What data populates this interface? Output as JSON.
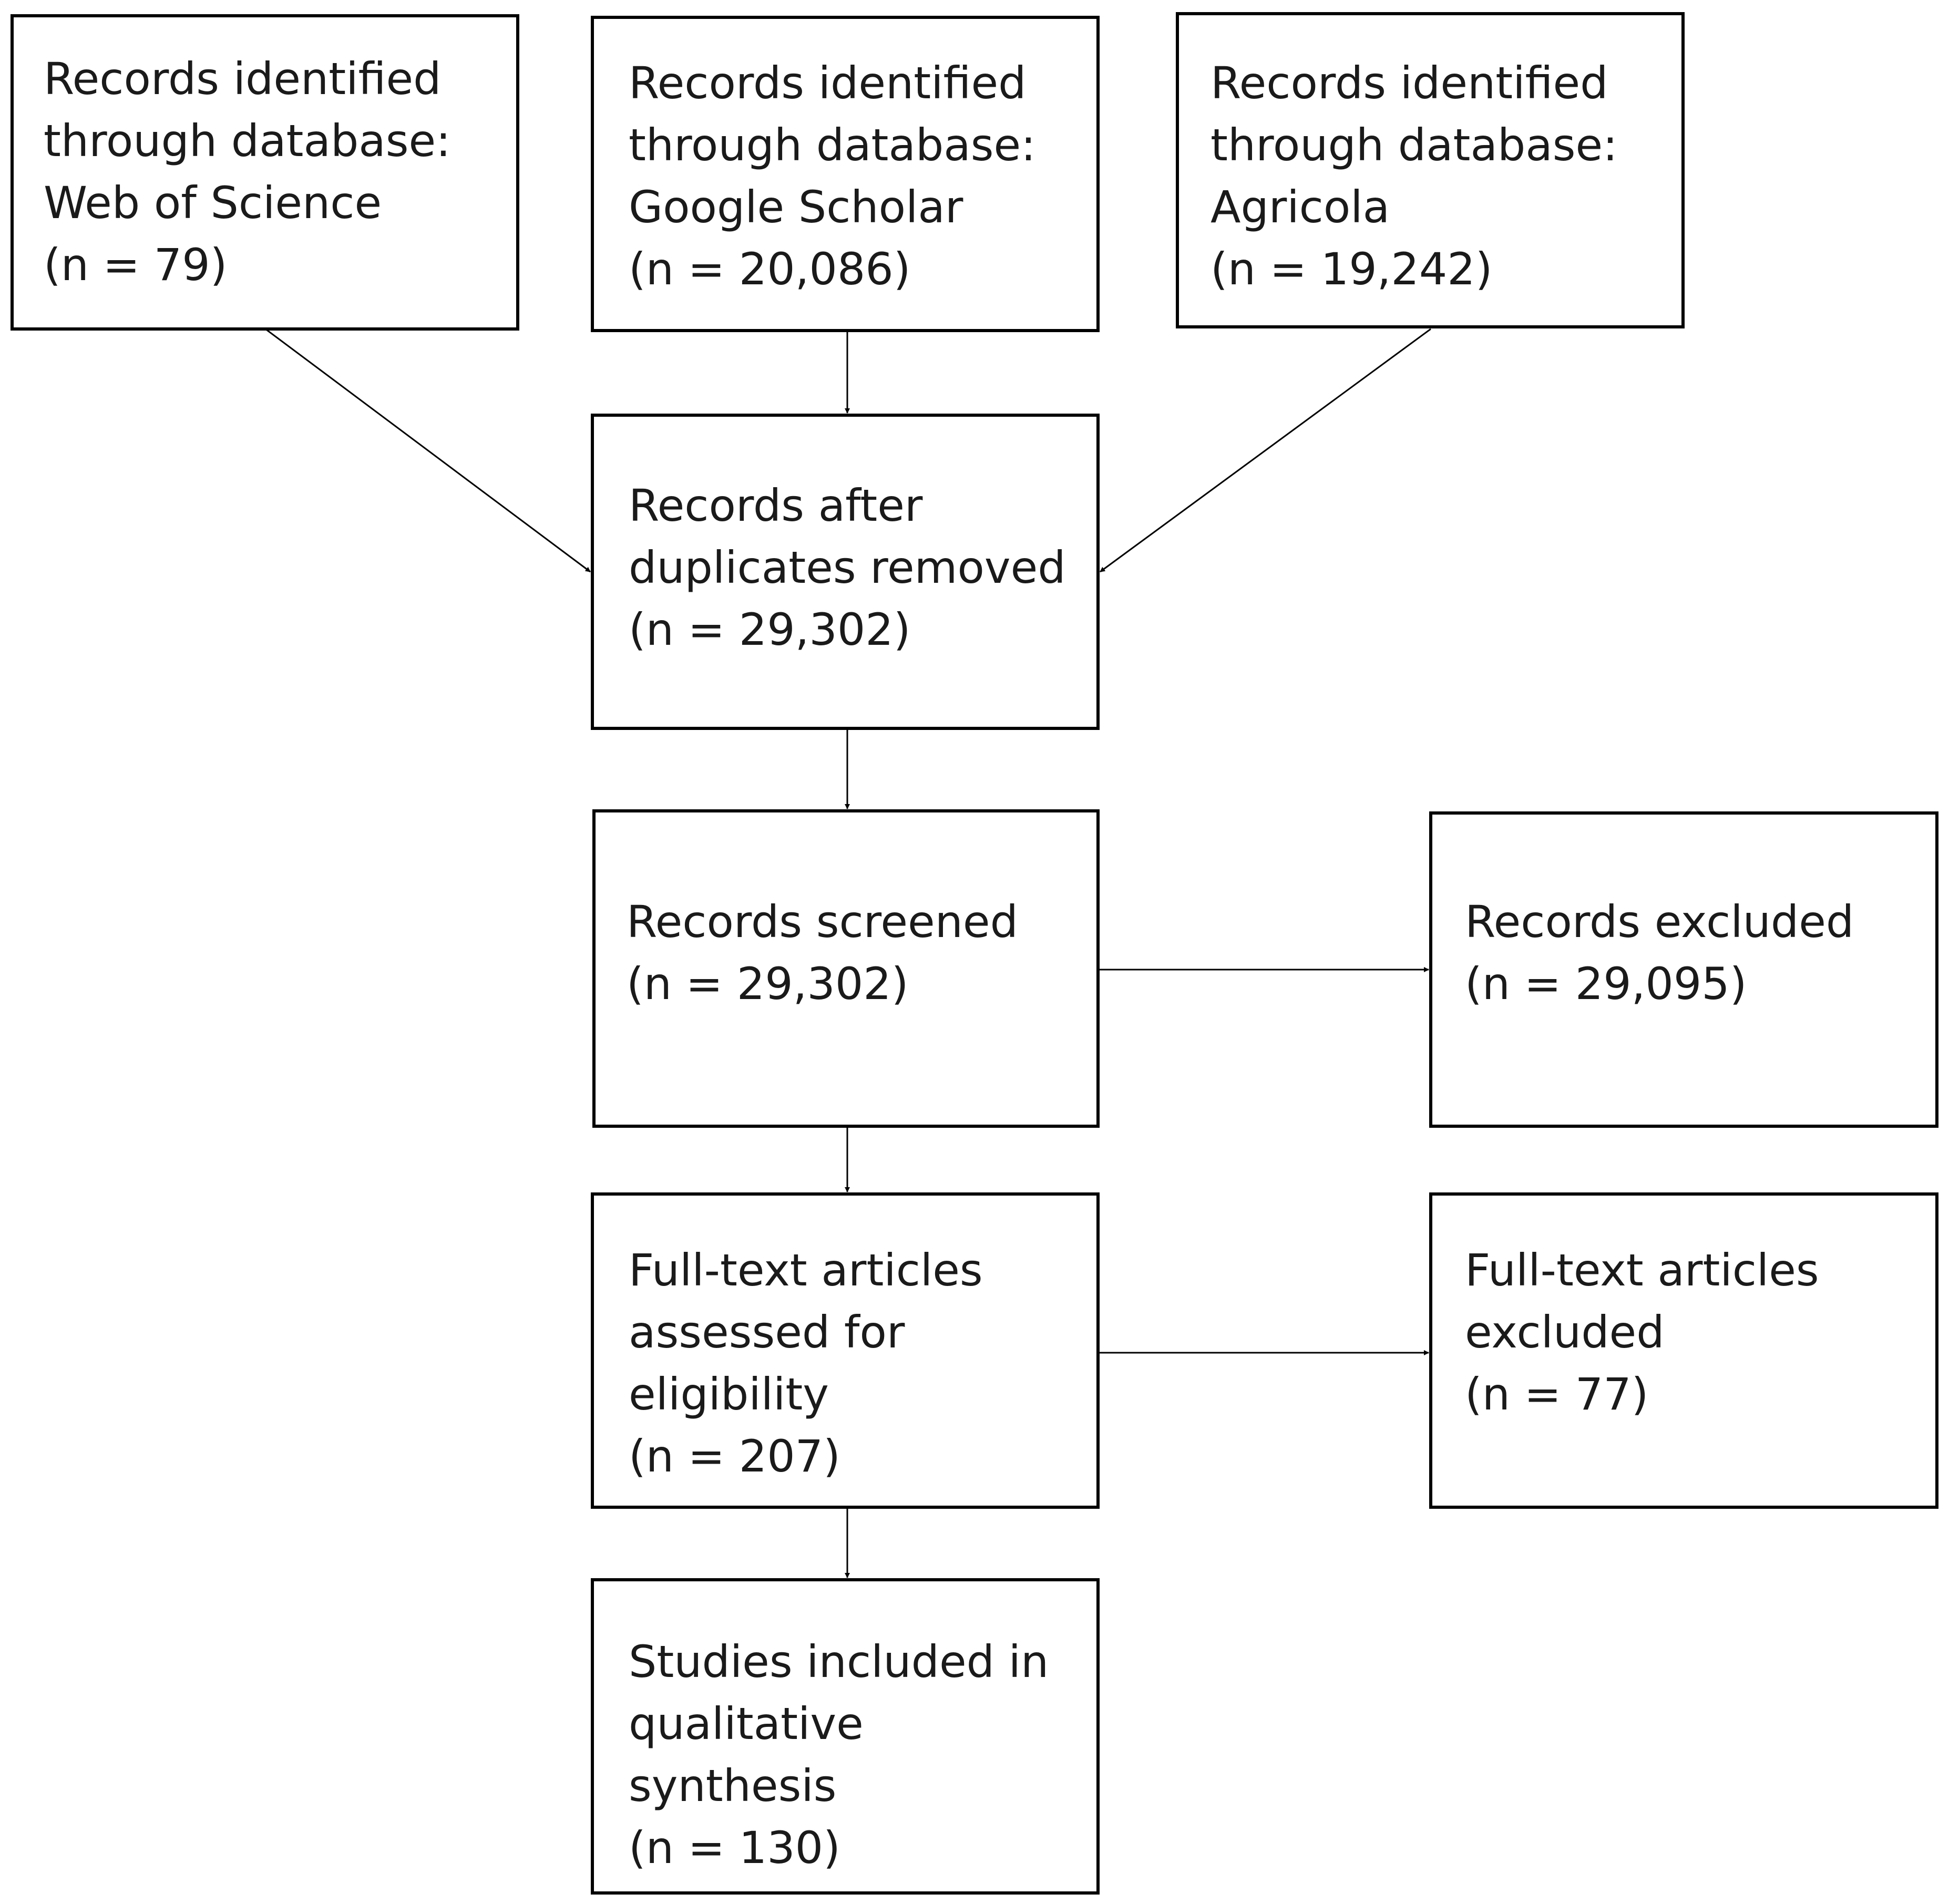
{
  "boxes": {
    "wos": {
      "lines": [
        "Records identified",
        "through database:",
        "Web of Science",
        "(n = 79)"
      ]
    },
    "scholar": {
      "lines": [
        "Records identified",
        "through database:",
        "Google Scholar",
        "(n = 20,086)"
      ]
    },
    "agricola": {
      "lines": [
        "Records identified",
        "through database:",
        "Agricola",
        "(n = 19,242)"
      ]
    },
    "dedup": {
      "lines": [
        "Records after",
        "duplicates removed",
        "(n = 29,302)"
      ]
    },
    "screened": {
      "lines": [
        "Records screened",
        "(n =  29,302)"
      ]
    },
    "excluded": {
      "lines": [
        "Records excluded",
        "(n = 29,095)"
      ]
    },
    "fulltext": {
      "lines": [
        "Full-text articles",
        "assessed for",
        "eligibility",
        "(n =  207)"
      ]
    },
    "fulltext_excluded": {
      "lines": [
        "Full-text articles",
        "excluded",
        "(n =  77)"
      ]
    },
    "included": {
      "lines": [
        "Studies  included in",
        "qualitative",
        "synthesis",
        "(n = 130)"
      ]
    }
  }
}
